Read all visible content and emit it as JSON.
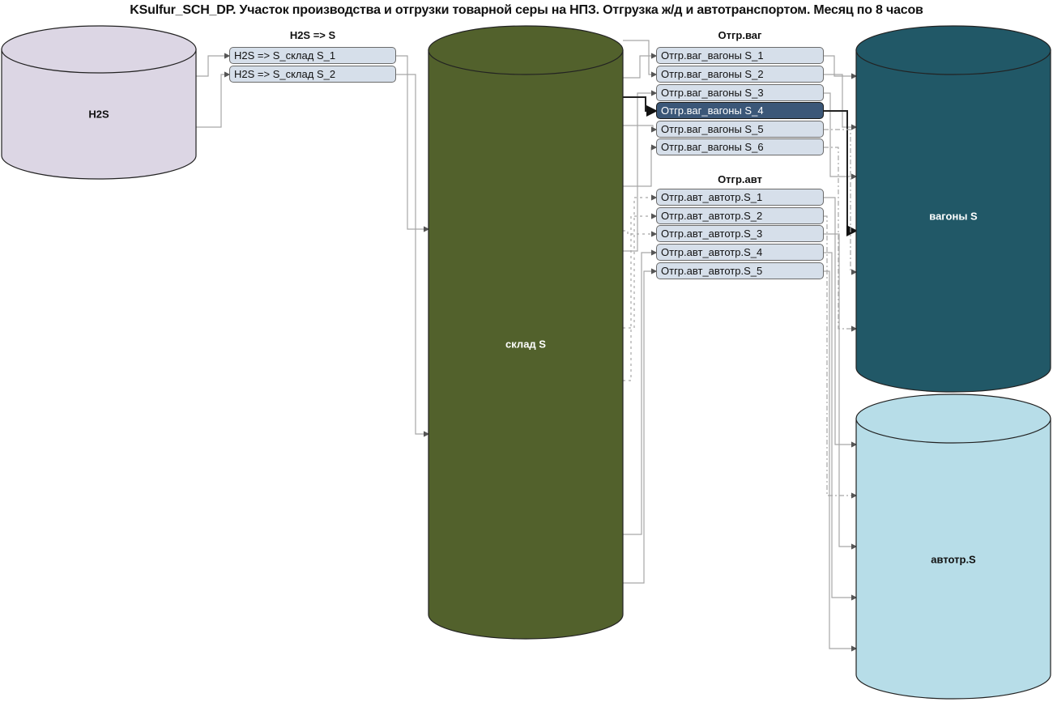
{
  "title": "KSulfur_SCH_DP. Участок производства и отгрузки товарной серы на НПЗ. Отгрузка ж/д и автотранспортом. Месяц по 8 часов",
  "tanks": {
    "h2s": {
      "label": "H2S",
      "color": "#dcd6e4",
      "text_color": "#111111"
    },
    "sklad": {
      "label": "склад S",
      "color": "#52612c",
      "text_color": "#ffffff"
    },
    "vagony": {
      "label": "вагоны S",
      "color": "#215867",
      "text_color": "#ffffff"
    },
    "avtotr": {
      "label": "автотр.S",
      "color": "#b7dde8",
      "text_color": "#111111"
    }
  },
  "groups": {
    "h2s_to_s": {
      "title": "H2S => S",
      "items": [
        {
          "label": "H2S => S_склад S_1",
          "selected": false
        },
        {
          "label": "H2S => S_склад S_2",
          "selected": false
        }
      ]
    },
    "otgr_vag": {
      "title": "Отгр.ваг",
      "items": [
        {
          "label": "Отгр.ваг_вагоны S_1",
          "selected": false
        },
        {
          "label": "Отгр.ваг_вагоны S_2",
          "selected": false
        },
        {
          "label": "Отгр.ваг_вагоны S_3",
          "selected": false
        },
        {
          "label": "Отгр.ваг_вагоны S_4",
          "selected": true
        },
        {
          "label": "Отгр.ваг_вагоны S_5",
          "selected": false
        },
        {
          "label": "Отгр.ваг_вагоны S_6",
          "selected": false
        }
      ]
    },
    "otgr_avt": {
      "title": "Отгр.авт",
      "items": [
        {
          "label": "Отгр.авт_автотр.S_1",
          "selected": false
        },
        {
          "label": "Отгр.авт_автотр.S_2",
          "selected": false
        },
        {
          "label": "Отгр.авт_автотр.S_3",
          "selected": false
        },
        {
          "label": "Отгр.авт_автотр.S_4",
          "selected": false
        },
        {
          "label": "Отгр.авт_автотр.S_5",
          "selected": false
        }
      ]
    }
  },
  "colors": {
    "node_fill": "#d6dfea",
    "node_selected_fill": "#3b5778",
    "connector": "#a6a6a6",
    "connector_highlight": "#222222"
  }
}
